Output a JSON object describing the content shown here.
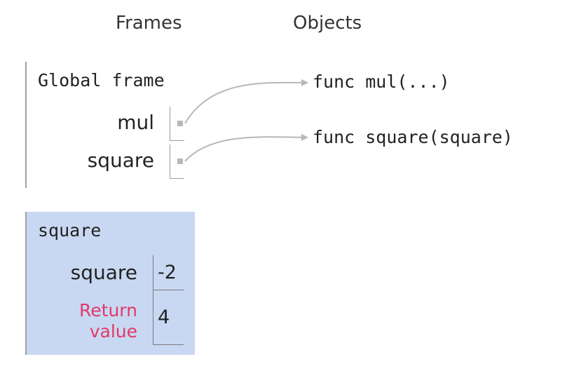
{
  "headers": {
    "frames": "Frames",
    "objects": "Objects"
  },
  "global_frame": {
    "title": "Global frame",
    "variables": [
      {
        "name": "mul"
      },
      {
        "name": "square"
      }
    ]
  },
  "active_frame": {
    "title": "square",
    "param_name": "square",
    "param_value": "-2",
    "return_label_line1": "Return",
    "return_label_line2": "value",
    "return_value": "4"
  },
  "objects": [
    {
      "label": "func mul(...)"
    },
    {
      "label": "func square(square)"
    }
  ],
  "colors": {
    "active_frame_bg": "#c9d8f2",
    "return_label": "#e0396b",
    "arrow": "#b8b8b8"
  }
}
